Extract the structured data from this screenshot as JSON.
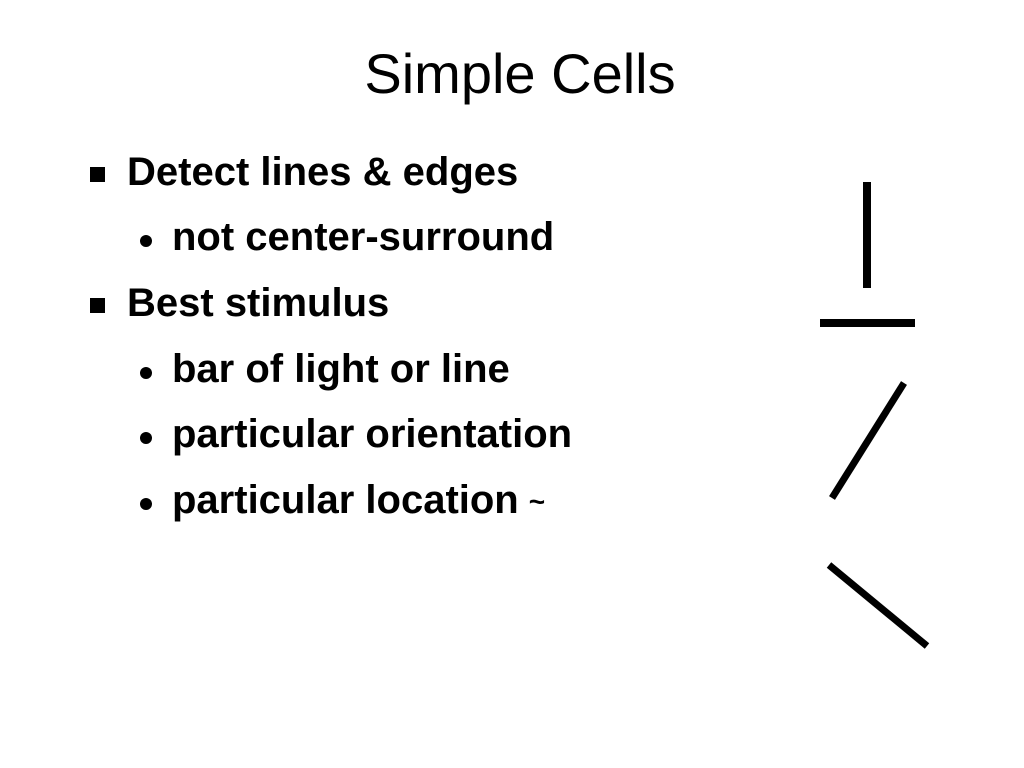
{
  "slide": {
    "title": "Simple Cells",
    "bullets": [
      {
        "text": "Detect lines & edges"
      },
      {
        "text": "not center-surround"
      },
      {
        "text": "Best stimulus"
      },
      {
        "text": "bar of light or line"
      },
      {
        "text": "particular orientation"
      },
      {
        "text": "particular location",
        "suffix": "~"
      }
    ]
  },
  "figure": {
    "stroke_color": "#000000",
    "lines": [
      "vertical",
      "horizontal",
      "diagonal-up-right",
      "diagonal-down-right"
    ]
  }
}
